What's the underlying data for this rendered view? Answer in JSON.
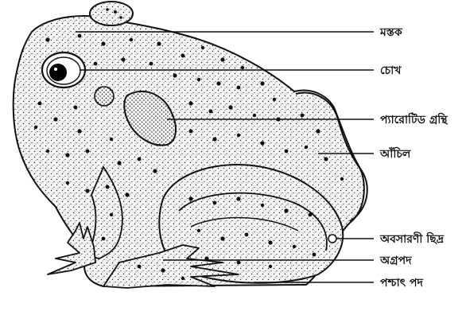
{
  "diagram": {
    "labels": {
      "head": "মস্তক",
      "eye": "চোখ",
      "parotid_gland": "প্যারোটিড গ্রন্থি",
      "warts": "আঁচিল",
      "cloacal_aperture": "অবসারণী ছিদ্র",
      "forelimb": "অগ্রপদ",
      "hindlimb": "পশ্চাৎ পদ"
    },
    "colors": {
      "ink": "#111111",
      "body_fill": "#f4f4f4"
    }
  }
}
